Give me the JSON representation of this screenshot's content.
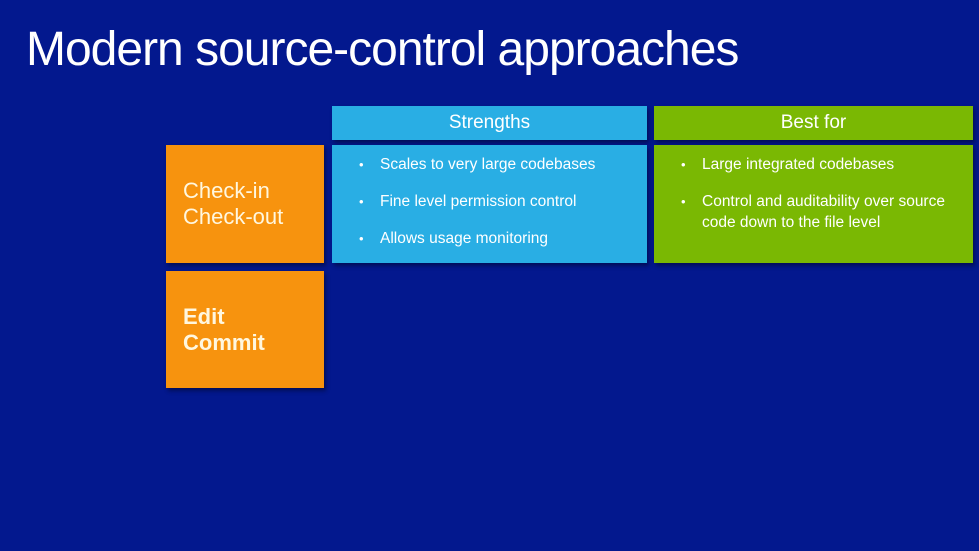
{
  "slide": {
    "title": "Modern source-control approaches",
    "bullet_glyph": "•",
    "columns": [
      {
        "label": "Strengths"
      },
      {
        "label": "Best for"
      }
    ],
    "rows": [
      {
        "label_lines": [
          "Check-in",
          "Check-out"
        ],
        "strengths": [
          "Scales to very large codebases",
          "Fine level permission control",
          "Allows usage monitoring"
        ],
        "best_for": [
          "Large integrated codebases",
          "Control and auditability over source code down to the file level"
        ]
      },
      {
        "label_lines": [
          "Edit",
          "Commit"
        ]
      }
    ]
  },
  "colors": {
    "background": "#03188E",
    "panel_orange": "#F7930E",
    "panel_cyan": "#29AEE4",
    "panel_green": "#7AB803",
    "title_text": "#FFFFFF",
    "header_text": "#FFFFFF",
    "bullet_text": "#FFFFFF",
    "orange_box_text": "#FFF7DF"
  }
}
